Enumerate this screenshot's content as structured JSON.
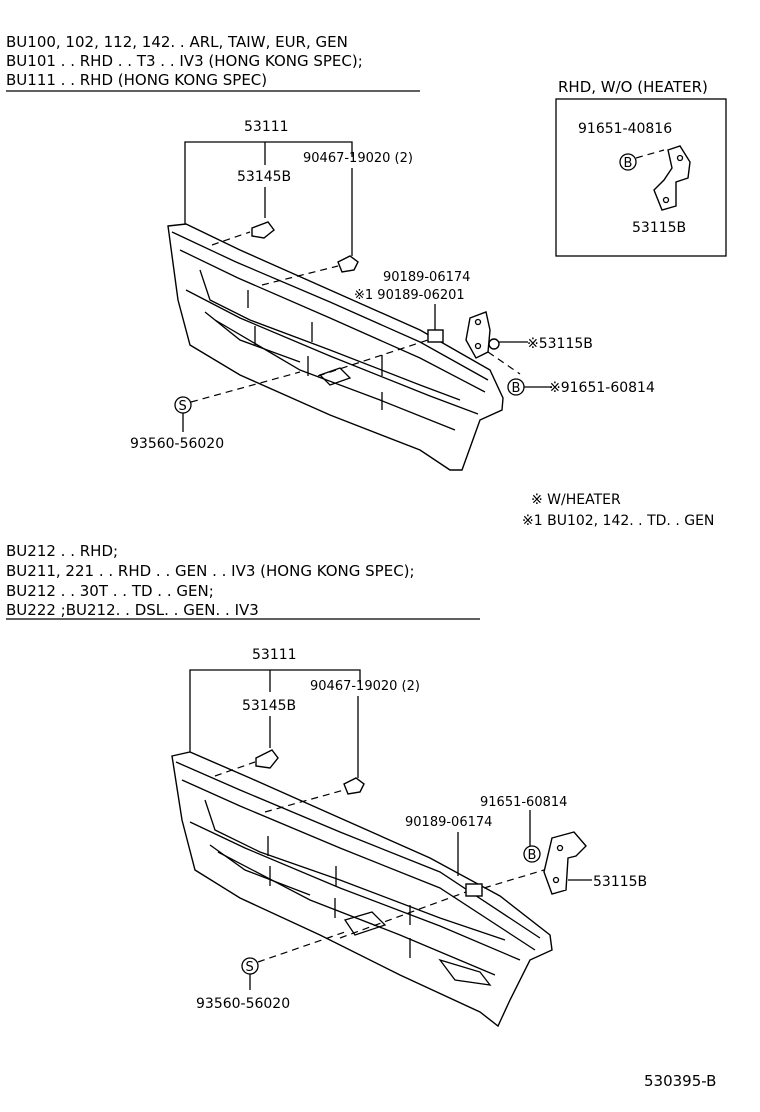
{
  "section1": {
    "header_lines": [
      "BU100, 102, 112, 142. . ARL, TAIW, EUR, GEN",
      "BU101 . . RHD . . T3 . . IV3 (HONG KONG SPEC);",
      "BU111 . . RHD (HONG KONG SPEC)"
    ],
    "parts": {
      "grille": "53111",
      "retainer": "53145B",
      "clip": "90467-19020 (2)",
      "nut_1": "90189-06174",
      "nut_2": "※1 90189-06201",
      "bracket": "※53115B",
      "bolt_b": "※91651-60814",
      "screw_s": "93560-56020"
    },
    "inset": {
      "title": "RHD, W/O (HEATER)",
      "bolt": "91651-40816",
      "bracket": "53115B"
    },
    "notes": [
      "※ W/HEATER",
      "※1 BU102, 142. . TD. . GEN"
    ]
  },
  "section2": {
    "header_lines": [
      "BU212 . . RHD;",
      "BU211, 221 . . RHD . . GEN . . IV3 (HONG KONG SPEC);",
      "BU212 . . 30T . . TD . . GEN;",
      "BU222 ;BU212. . DSL. . GEN. . IV3"
    ],
    "parts": {
      "grille": "53111",
      "retainer": "53145B",
      "clip": "90467-19020 (2)",
      "bolt_b": "91651-60814",
      "nut": "90189-06174",
      "bracket": "53115B",
      "screw_s": "93560-56020"
    }
  },
  "markers": {
    "b": "B",
    "s": "S"
  },
  "figure_code": "530395-B"
}
